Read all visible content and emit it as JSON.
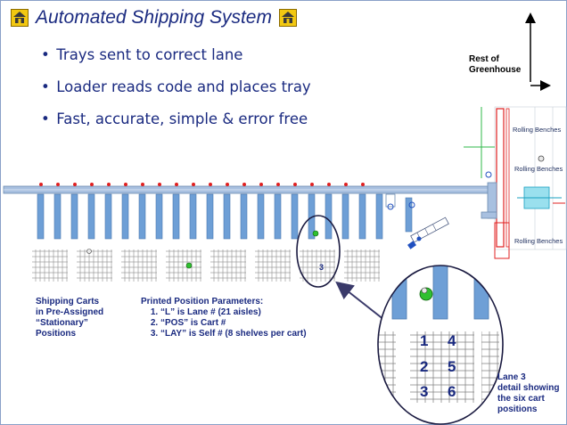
{
  "title": "Automated Shipping System",
  "bullets": [
    "Trays sent to correct lane",
    "Loader reads code and places tray",
    "Fast, accurate, simple & error free"
  ],
  "rest_label_1": "Rest of",
  "rest_label_2": "Greenhouse",
  "benches": [
    "Rolling Benches",
    "Rolling Benches",
    "Rolling Benches"
  ],
  "lane_marker": "3",
  "carts_label": [
    "Shipping Carts",
    "in Pre-Assigned",
    "“Stationary”",
    "Positions"
  ],
  "params_title": "Printed Position Parameters:",
  "params": [
    "“L” is Lane #  (21 aisles)",
    "“POS” is Cart #",
    "“LAY” is Self #  (8 shelves per cart)"
  ],
  "detail_numbers": [
    "1",
    "4",
    "2",
    "5",
    "3",
    "6"
  ],
  "detail_label": [
    "Lane 3",
    "detail showing",
    "the six cart",
    "positions"
  ],
  "colors": {
    "accent": "#1a2a80",
    "lane": "#6e9fd6",
    "conveyor": "#a8c0e0",
    "track_red": "#e02020"
  }
}
